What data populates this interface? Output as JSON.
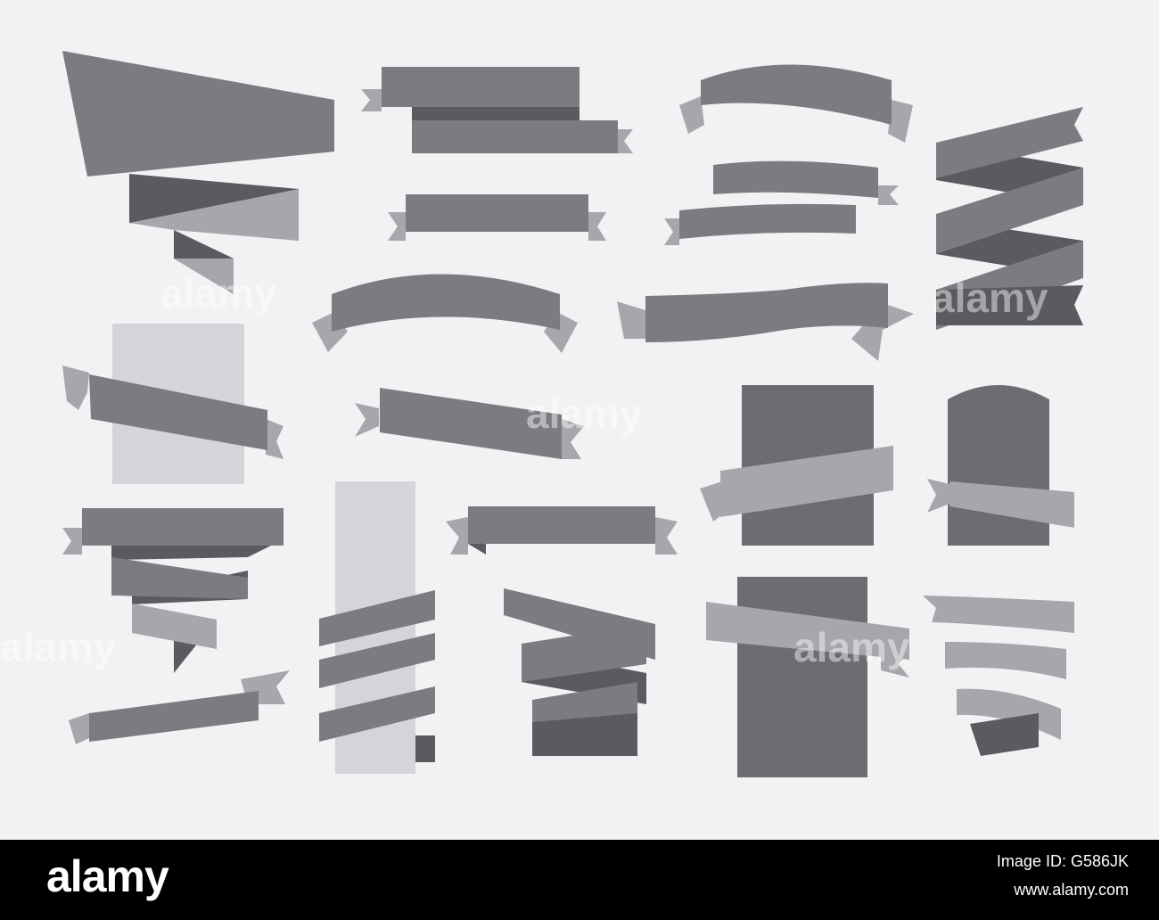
{
  "colors": {
    "background": "#f1f2f4",
    "ribbon_main": "#7b7c80",
    "ribbon_light": "#a6a7ab",
    "ribbon_dark": "#5a5b5f",
    "panel_light": "#d4d5d8",
    "panel_dark": "#6c6d71",
    "footer": "#000000"
  },
  "watermark": {
    "text": "alamy"
  },
  "footer": {
    "logo": "alamy",
    "image_id": "Image ID: G586JK",
    "site": "www.alamy.com"
  }
}
